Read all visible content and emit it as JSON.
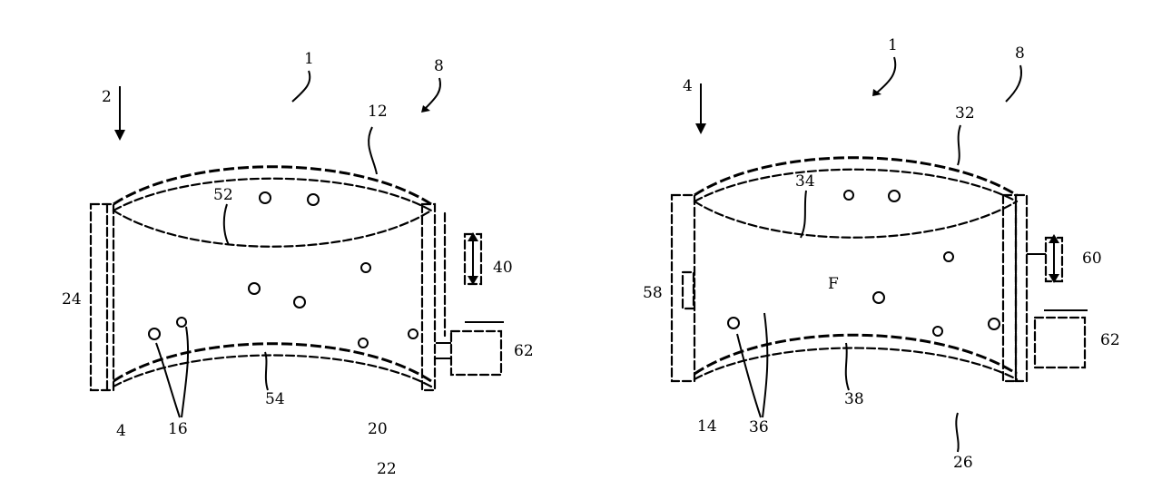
{
  "figure_left": {
    "labels": {
      "top_arrow": "2",
      "ref_10": "1",
      "ref_8": "8",
      "ref_12": "12",
      "ref_52": "52",
      "ref_24": "24",
      "ref_40": "40",
      "ref_62": "62",
      "ref_54": "54",
      "ref_14": "4",
      "ref_16": "16",
      "ref_20": "20",
      "ref_22": "22"
    }
  },
  "figure_right": {
    "labels": {
      "top_arrow": "4",
      "ref_10": "1",
      "ref_8": "8",
      "ref_32": "32",
      "ref_34": "34",
      "ref_58": "58",
      "ref_60": "60",
      "ref_62": "62",
      "ref_F": "F",
      "ref_14": "14",
      "ref_36": "36",
      "ref_38": "38",
      "ref_26": "26"
    }
  }
}
